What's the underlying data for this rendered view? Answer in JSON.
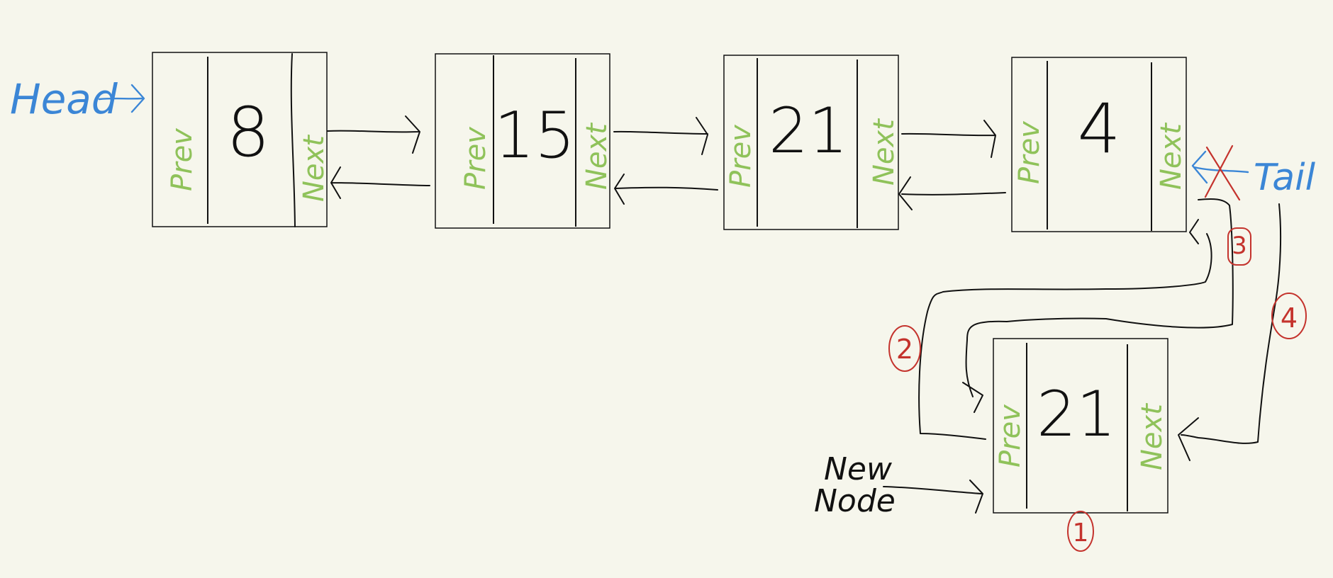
{
  "labels": {
    "head": "Head",
    "tail": "Tail",
    "new_node_line1": "New",
    "new_node_line2": "Node"
  },
  "nodes": [
    {
      "value": "8",
      "prev": "Prev",
      "next": "Next"
    },
    {
      "value": "15",
      "prev": "Prev",
      "next": "Next"
    },
    {
      "value": "21",
      "prev": "Prev",
      "next": "Next"
    },
    {
      "value": "4",
      "prev": "Prev",
      "next": "Next"
    },
    {
      "value": "21",
      "prev": "Prev",
      "next": "Next"
    }
  ],
  "steps": [
    "1",
    "2",
    "3",
    "4"
  ],
  "colors": {
    "ink": "#111111",
    "prev_next": "#8fc25a",
    "head_tail": "#3b86d6",
    "steps": "#c4332d",
    "background": "#f6f6ec"
  }
}
